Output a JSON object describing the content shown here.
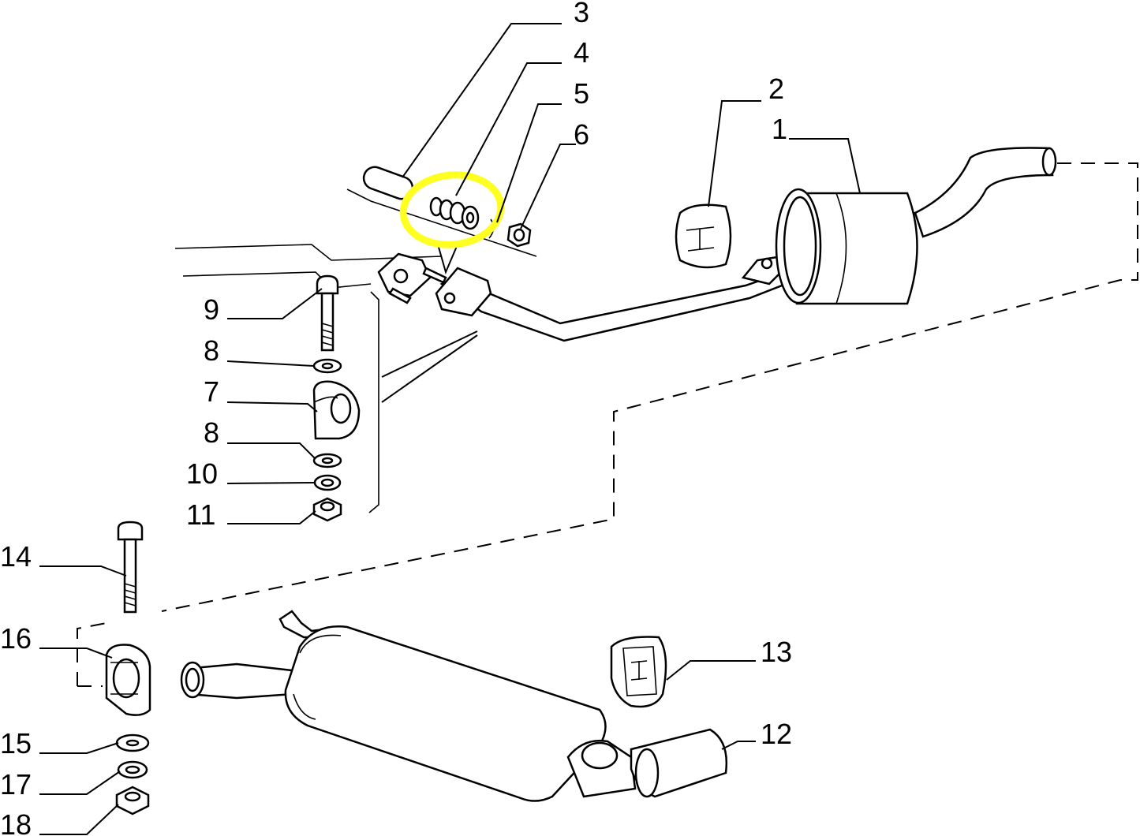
{
  "labels": {
    "l1": "1",
    "l2": "2",
    "l3": "3",
    "l4": "4",
    "l5": "5",
    "l6": "6",
    "l7": "7",
    "l8a": "8",
    "l8b": "8",
    "l9": "9",
    "l10": "10",
    "l11": "11",
    "l12": "12",
    "l13": "13",
    "l14": "14",
    "l15": "15",
    "l16": "16",
    "l17": "17",
    "l18": "18"
  },
  "colors": {
    "highlight": "#ffff22",
    "line": "#000000",
    "background": "#ffffff"
  },
  "highlighted_part_group": [
    "4",
    "5"
  ]
}
